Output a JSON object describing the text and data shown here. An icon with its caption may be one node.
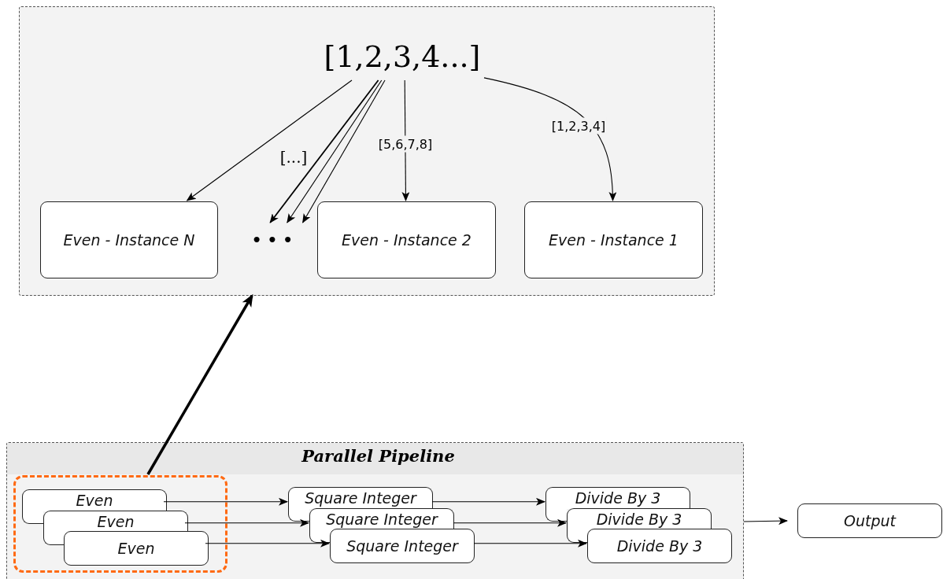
{
  "diagram": {
    "nodes": [
      {
        "text": [],
        "shape": "box"
      },
      {
        "text": [
          "[1,2,3,4...]"
        ],
        "in": 0
      },
      {
        "text": [
          "Even - Instance N"
        ],
        "in": 0
      },
      {
        "text": [
          "• • •"
        ],
        "in": 0
      },
      {
        "text": [
          "Even - Instance 2"
        ],
        "in": 0
      },
      {
        "text": [
          "Even - Instance 1"
        ],
        "in": 0
      },
      {
        "text": [
          "Parallel Pipeline"
        ]
      },
      {
        "text": [],
        "shape": "box",
        "in": 6
      },
      {
        "text": [
          "Even"
        ],
        "in": 7
      },
      {
        "text": [
          "Even"
        ],
        "in": 7
      },
      {
        "text": [
          "Even"
        ],
        "in": 7
      },
      {
        "text": [
          "Square Integer"
        ],
        "in": 6
      },
      {
        "text": [
          "Square Integer"
        ],
        "in": 6
      },
      {
        "text": [
          "Square Integer"
        ],
        "in": 6
      },
      {
        "text": [
          "Divide By 3"
        ],
        "in": 6
      },
      {
        "text": [
          "Divide By 3"
        ],
        "in": 6
      },
      {
        "text": [
          "Divide By 3"
        ],
        "in": 6
      },
      {
        "text": [
          "Output"
        ]
      }
    ],
    "edges": [
      {
        "from": 1,
        "to": 2,
        "arrow": "to"
      },
      {
        "from": 1,
        "to": 3,
        "arrow": "to",
        "label": "[...]"
      },
      {
        "from": 1,
        "to": 3,
        "arrow": "to"
      },
      {
        "from": 1,
        "to": 3,
        "arrow": "to"
      },
      {
        "from": 1,
        "to": 4,
        "arrow": "to",
        "label": "[5,6,7,8]"
      },
      {
        "from": 1,
        "to": 5,
        "arrow": "to",
        "label": "[1,2,3,4]"
      },
      {
        "from": 7,
        "to": 0,
        "arrow": "to",
        "style": "thick"
      },
      {
        "from": 8,
        "to": 11,
        "arrow": "to"
      },
      {
        "from": 9,
        "to": 12,
        "arrow": "to"
      },
      {
        "from": 10,
        "to": 13,
        "arrow": "to"
      },
      {
        "from": 11,
        "to": 14,
        "arrow": "to"
      },
      {
        "from": 12,
        "to": 15,
        "arrow": "to"
      },
      {
        "from": 13,
        "to": 16,
        "arrow": "to"
      },
      {
        "from": 6,
        "to": 17,
        "arrow": "to"
      }
    ]
  }
}
